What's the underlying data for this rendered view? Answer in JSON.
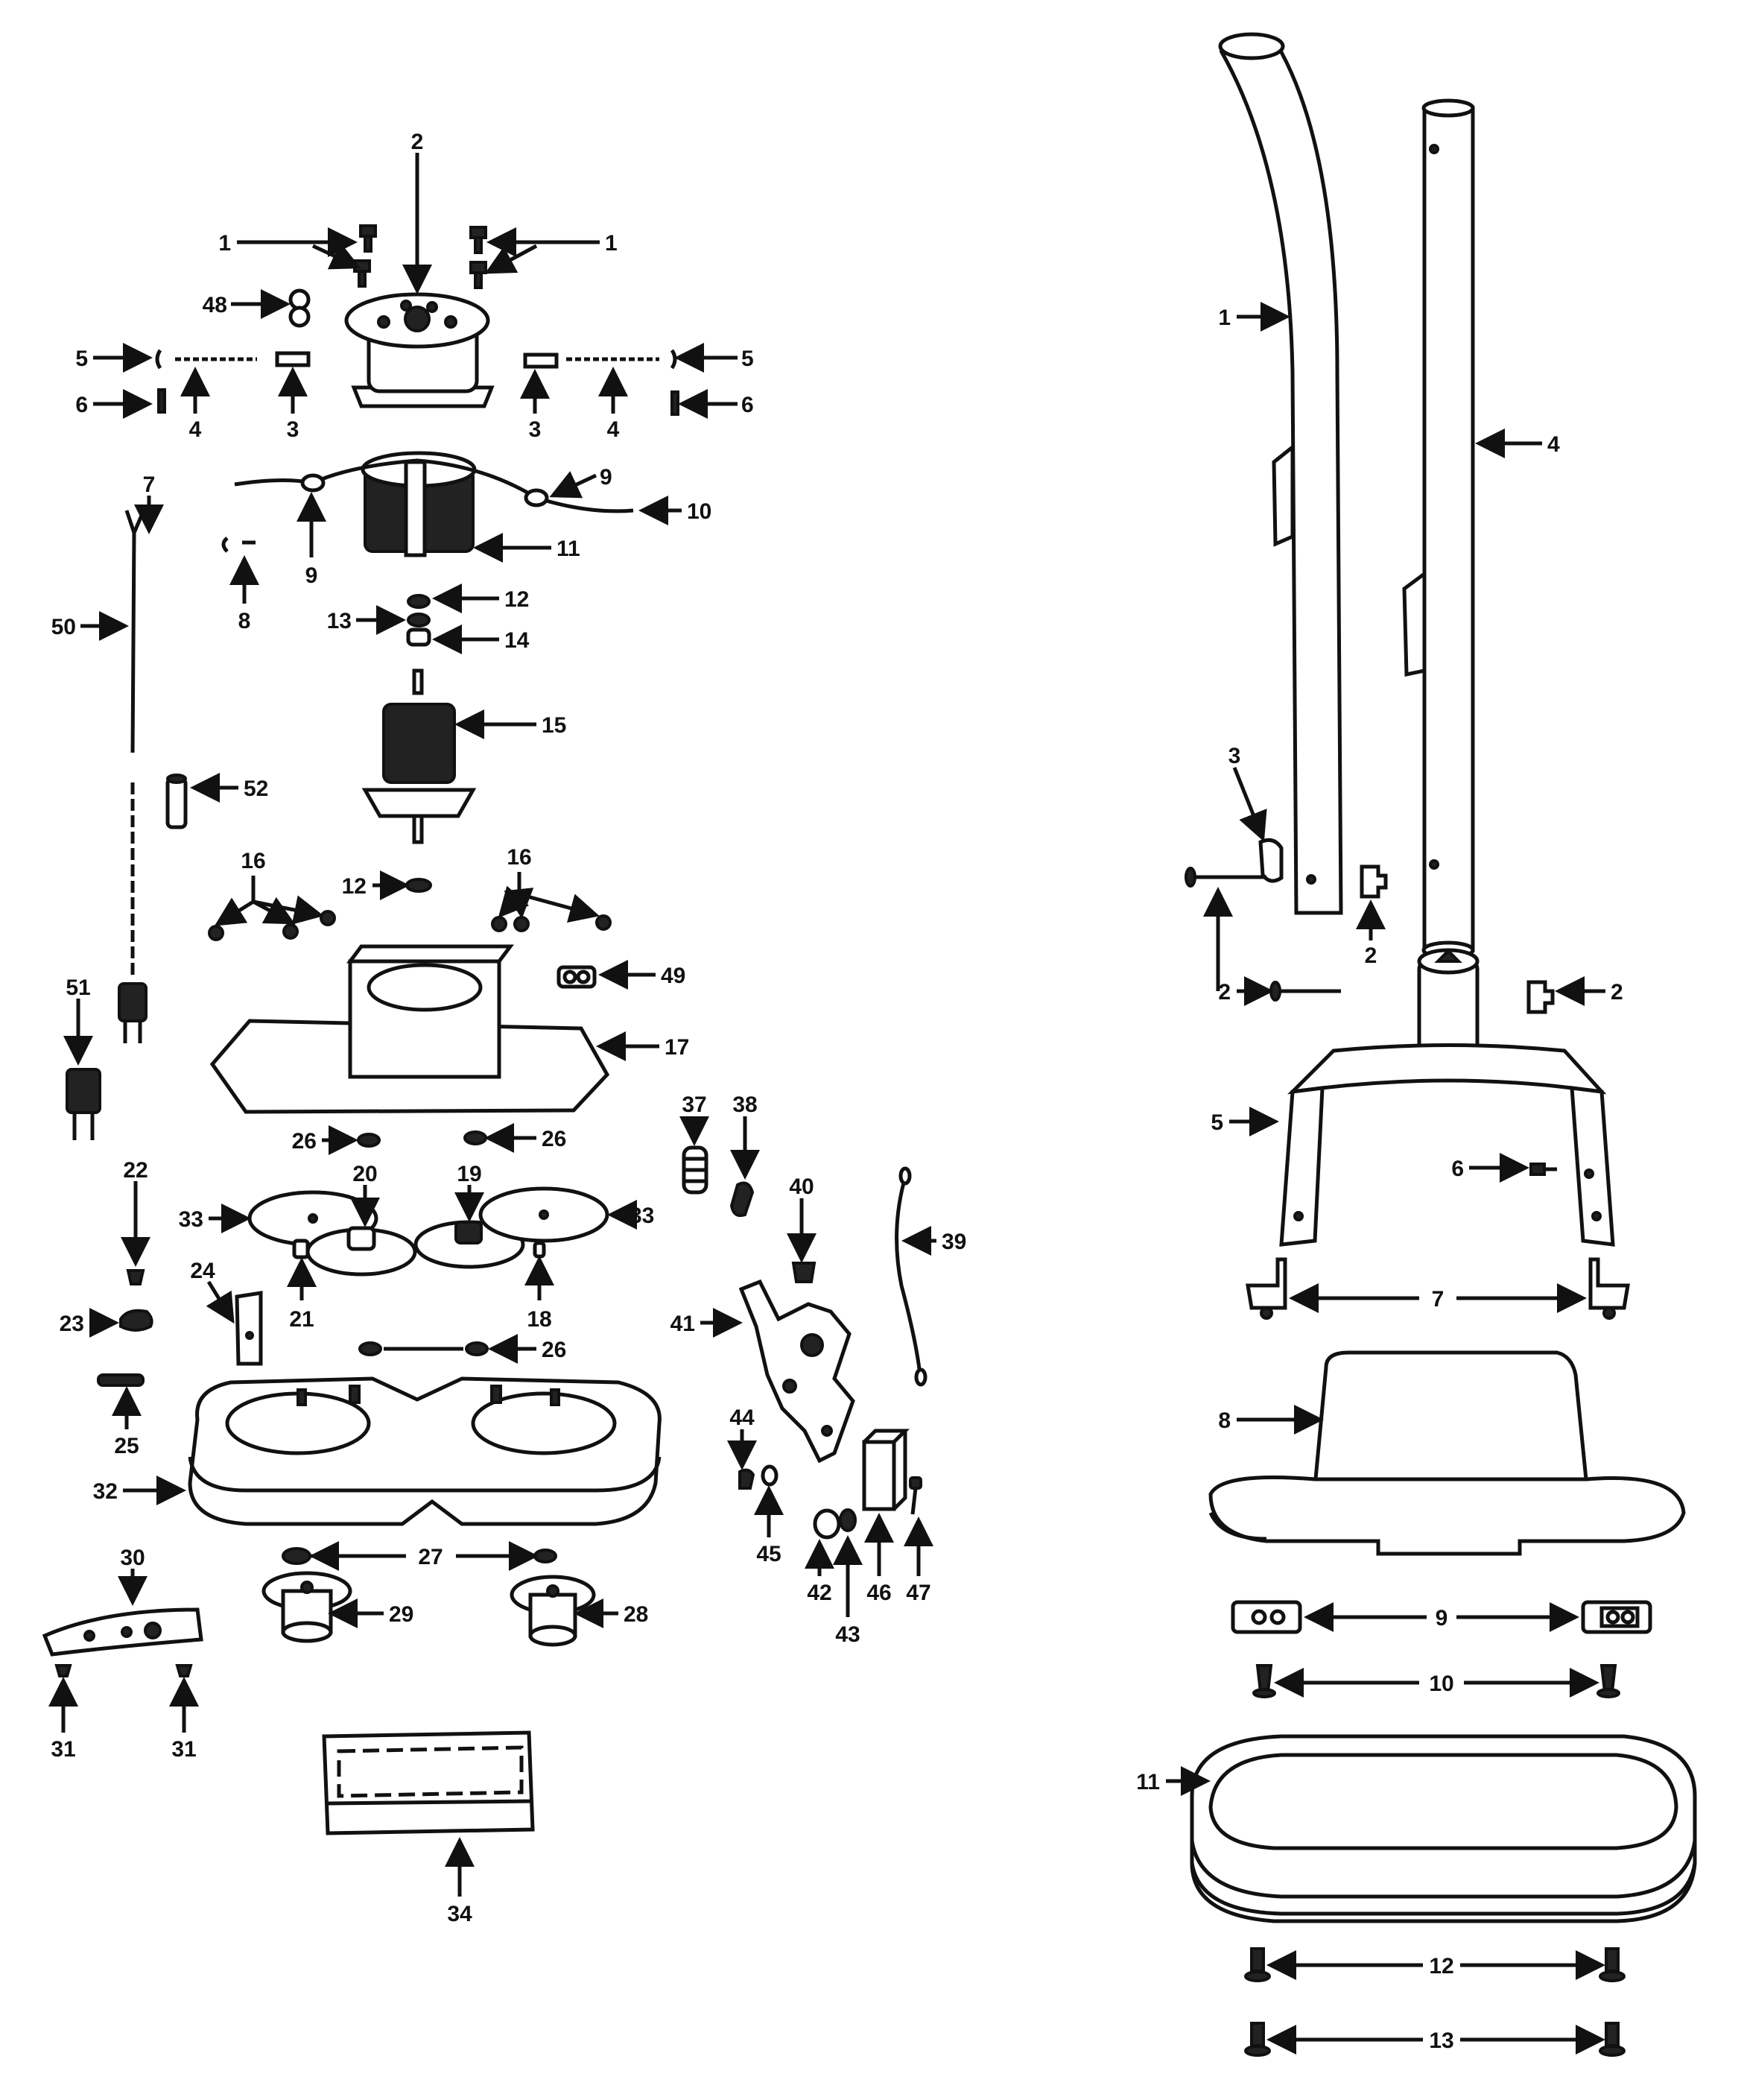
{
  "left_diagram": {
    "labels": [
      "1",
      "1",
      "2",
      "48",
      "5",
      "5",
      "6",
      "6",
      "4",
      "4",
      "3",
      "3",
      "7",
      "9",
      "10",
      "11",
      "9",
      "8",
      "50",
      "12",
      "13",
      "14",
      "15",
      "52",
      "16",
      "16",
      "12",
      "51",
      "49",
      "17",
      "37",
      "38",
      "26",
      "26",
      "22",
      "20",
      "19",
      "33",
      "33",
      "40",
      "39",
      "24",
      "23",
      "21",
      "18",
      "41",
      "26",
      "25",
      "44",
      "32",
      "45",
      "42",
      "46",
      "47",
      "43",
      "30",
      "27",
      "29",
      "28",
      "31",
      "31",
      "34"
    ]
  },
  "right_diagram": {
    "labels": [
      "1",
      "4",
      "3",
      "2",
      "2",
      "2",
      "5",
      "6",
      "7",
      "8",
      "9",
      "10",
      "11",
      "12",
      "13"
    ]
  }
}
